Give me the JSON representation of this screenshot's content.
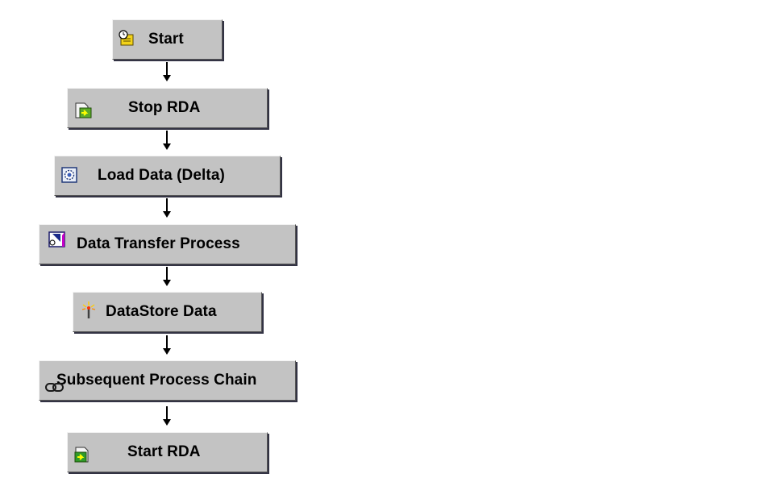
{
  "nodes": [
    {
      "id": "start",
      "label": "Start",
      "icon": "start-clock-icon"
    },
    {
      "id": "stop-rda",
      "label": "Stop RDA",
      "icon": "stop-rda-icon"
    },
    {
      "id": "load-data",
      "label": "Load Data (Delta)",
      "icon": "gear-icon"
    },
    {
      "id": "dtp",
      "label": "Data Transfer Process",
      "icon": "data-transfer-icon"
    },
    {
      "id": "datastore",
      "label": "DataStore Data",
      "icon": "magic-wand-icon"
    },
    {
      "id": "subsequent",
      "label": "Subsequent Process Chain",
      "icon": "chain-link-icon"
    },
    {
      "id": "start-rda",
      "label": "Start RDA",
      "icon": "start-rda-icon"
    }
  ],
  "colors": {
    "node_fill": "#c3c3c3",
    "arrow": "#000000",
    "background": "#ffffff"
  }
}
